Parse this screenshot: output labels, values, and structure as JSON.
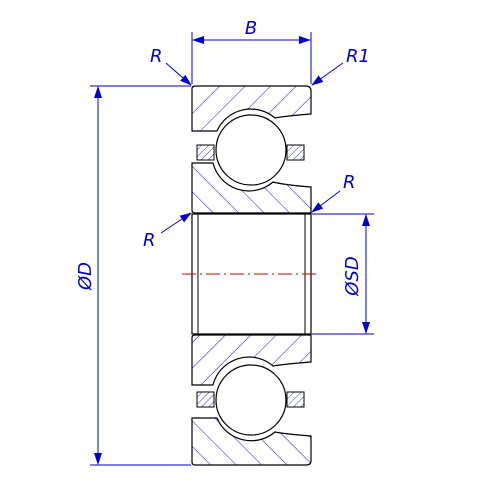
{
  "colors": {
    "outline": "#000000",
    "dimension": "#0000cc",
    "hatch": "#0000cc",
    "centerline": "#cc0000",
    "background": "#ffffff"
  },
  "labels": {
    "width": "B",
    "outer_diameter": "ØD",
    "inner_diameter": "ØSD",
    "radius_outer_left": "R",
    "radius_outer_right": "R1",
    "radius_inner_right": "R",
    "radius_inner_left": "R"
  }
}
